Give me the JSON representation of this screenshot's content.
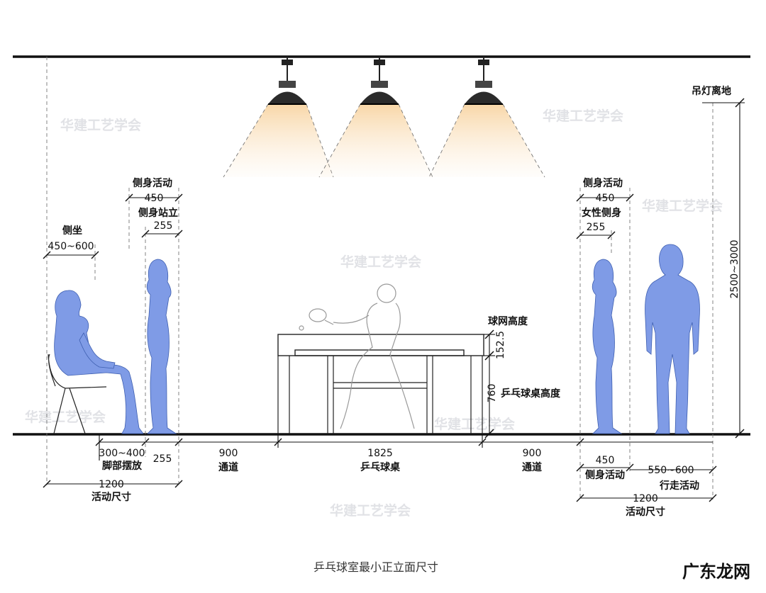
{
  "title": "乒乓球室最小正立面尺寸",
  "corner_mark": "广东龙网",
  "watermark": "华建工艺学会",
  "labels": {
    "lamp_height": "吊灯离地",
    "lamp_height_value": "2500~3000",
    "net_height": "球网高度",
    "net_height_value": "152.5",
    "table_height": "乒乓球桌高度",
    "table_height_value": "760",
    "left_side_active": "侧身活动",
    "left_side_active_value": "450",
    "left_side_stand": "侧身站立",
    "left_side_stand_value": "255",
    "side_sit": "侧坐",
    "side_sit_value": "450~600",
    "right_side_active": "侧身活动",
    "right_side_active_value": "450",
    "female_side": "女性侧身",
    "female_side_value": "255"
  },
  "bottom": {
    "foot_value": "300~400",
    "foot_label": "脚部摆放",
    "stand_value": "255",
    "aisle_left_value": "900",
    "aisle_left_label": "通道",
    "table_value": "1825",
    "table_label": "乒乓球桌",
    "aisle_right_value": "900",
    "aisle_right_label": "通道",
    "right_active_value": "450",
    "right_active_label": "侧身活动",
    "walk_value": "550~600",
    "walk_label": "行走活动",
    "left_total_value": "1200",
    "left_total_label": "活动尺寸",
    "right_total_value": "1200",
    "right_total_label": "活动尺寸"
  },
  "colors": {
    "figure_fill": "#7f9be6",
    "figure_stroke": "#3e5fb0",
    "lamp_glow": "#f6c98a"
  }
}
